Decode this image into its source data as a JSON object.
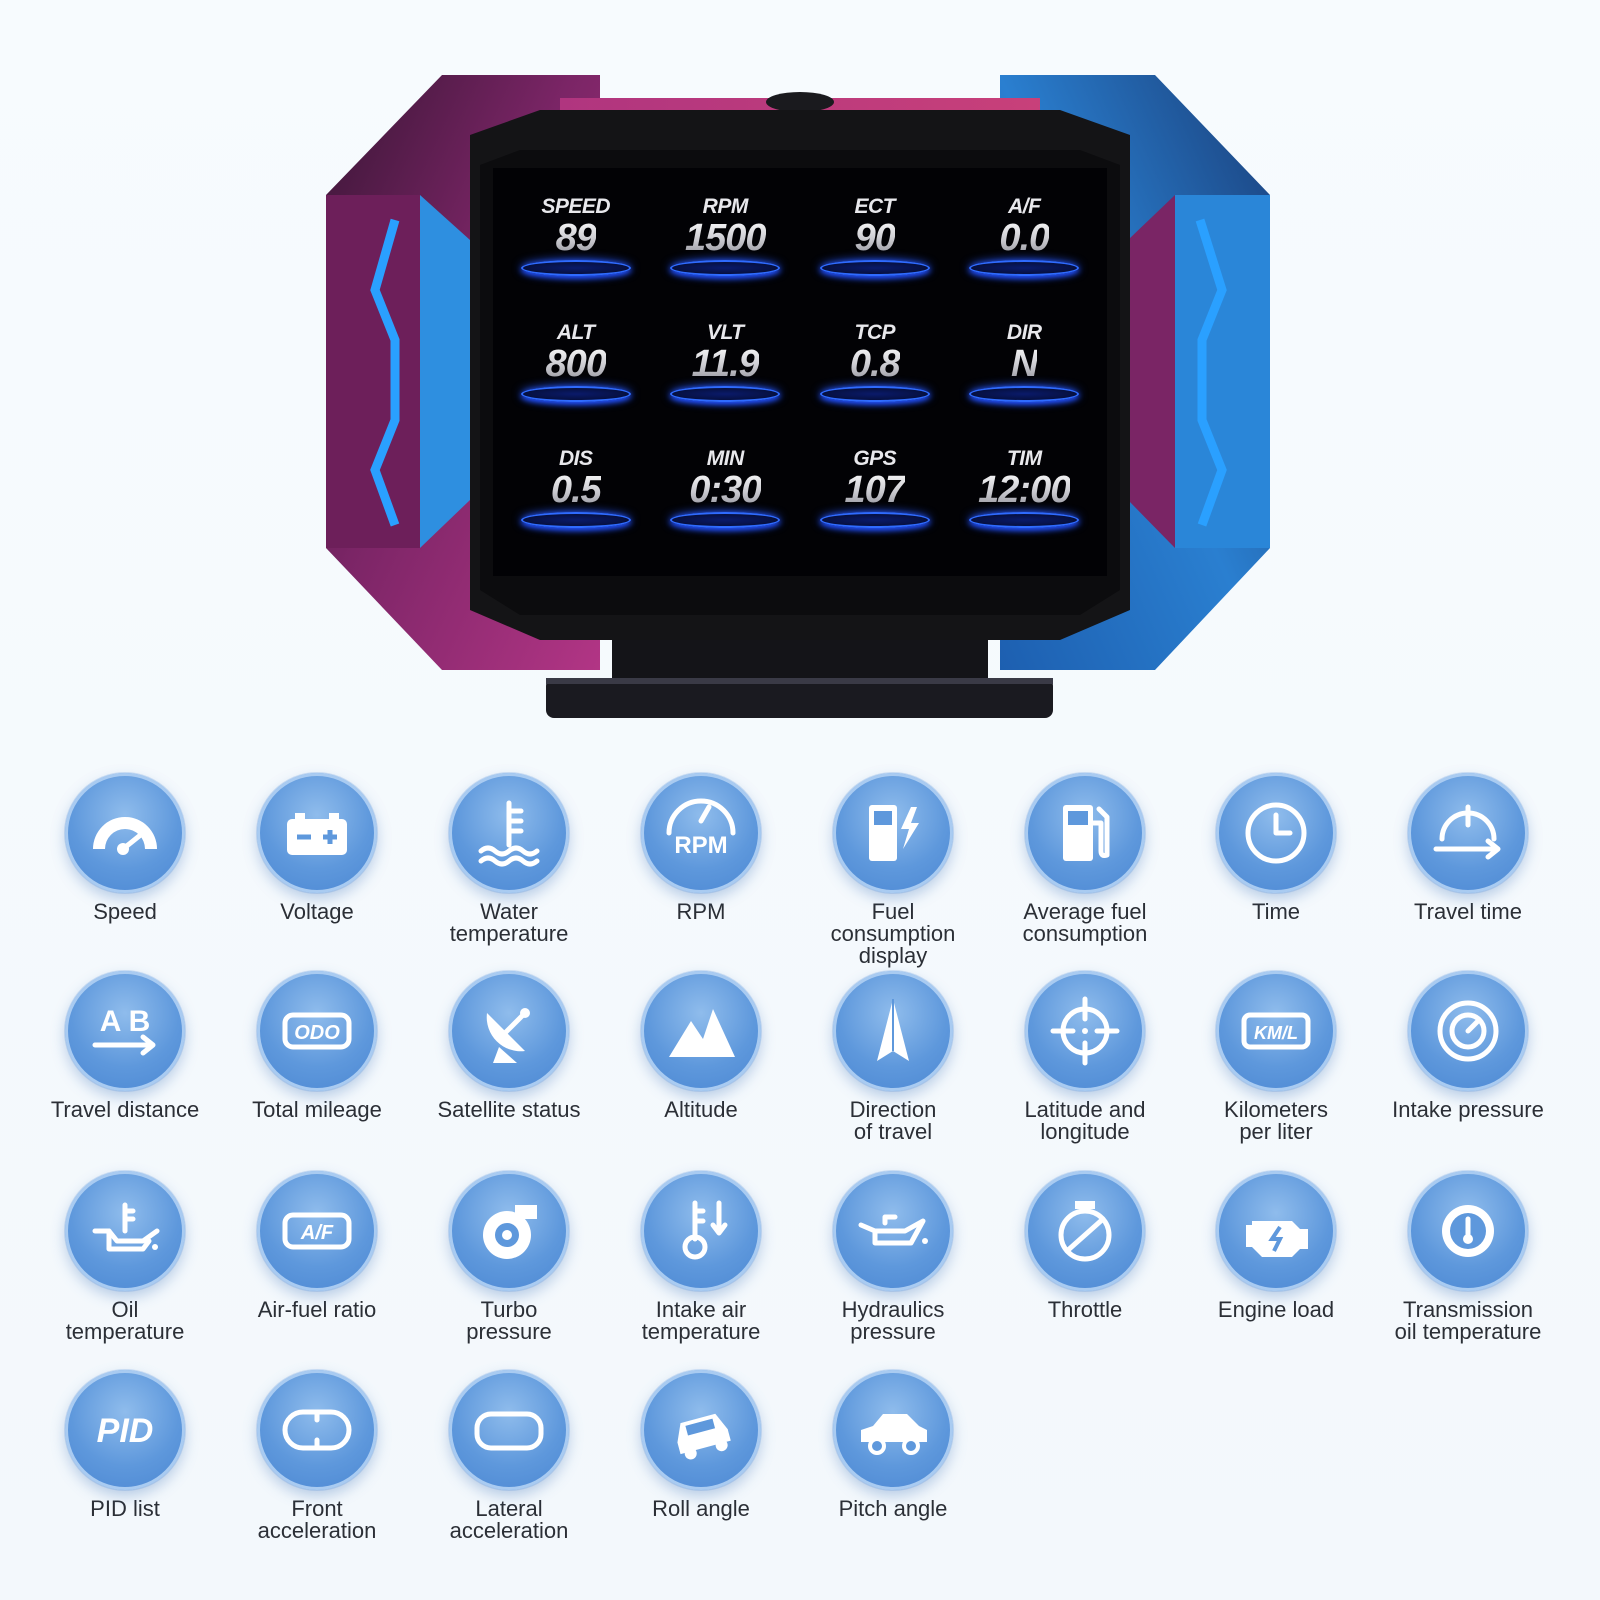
{
  "screen": {
    "cells": [
      {
        "label": "SPEED",
        "value": "89"
      },
      {
        "label": "RPM",
        "value": "1500"
      },
      {
        "label": "ECT",
        "value": "90"
      },
      {
        "label": "A/F",
        "value": "0.0"
      },
      {
        "label": "ALT",
        "value": "800"
      },
      {
        "label": "VLT",
        "value": "11.9"
      },
      {
        "label": "TCP",
        "value": "0.8"
      },
      {
        "label": "DIR",
        "value": "N"
      },
      {
        "label": "DIS",
        "value": "0.5"
      },
      {
        "label": "MIN",
        "value": "0:30"
      },
      {
        "label": "GPS",
        "value": "107"
      },
      {
        "label": "TIM",
        "value": "12:00"
      }
    ]
  },
  "colors": {
    "accent": "#5e98dc",
    "left_body": "#8a2a6e",
    "right_body": "#2a7fd0",
    "screen_glow": "#2f6bff"
  },
  "features": [
    {
      "label": "Speed",
      "icon": "speedometer-icon"
    },
    {
      "label": "Voltage",
      "icon": "battery-icon"
    },
    {
      "label": "Water\ntemperature",
      "icon": "coolant-temp-icon"
    },
    {
      "label": "RPM",
      "icon": "rpm-icon"
    },
    {
      "label": "Fuel\nconsumption\ndisplay",
      "icon": "fuel-pump-bolt-icon"
    },
    {
      "label": "Average fuel\nconsumption",
      "icon": "fuel-pump-icon"
    },
    {
      "label": "Time",
      "icon": "clock-icon"
    },
    {
      "label": "Travel time",
      "icon": "timer-arrow-icon"
    },
    {
      "label": "Travel distance",
      "icon": "ab-arrow-icon"
    },
    {
      "label": "Total mileage",
      "icon": "odometer-icon"
    },
    {
      "label": "Satellite status",
      "icon": "satellite-icon"
    },
    {
      "label": "Altitude",
      "icon": "mountain-icon"
    },
    {
      "label": "Direction\nof travel",
      "icon": "compass-arrow-icon"
    },
    {
      "label": "Latitude and\nlongitude",
      "icon": "crosshair-icon"
    },
    {
      "label": "Kilometers\nper liter",
      "icon": "kml-icon"
    },
    {
      "label": "Intake pressure",
      "icon": "pressure-gauge-icon"
    },
    {
      "label": "Oil\ntemperature",
      "icon": "oil-temp-icon"
    },
    {
      "label": "Air-fuel ratio",
      "icon": "af-icon"
    },
    {
      "label": "Turbo\npressure",
      "icon": "turbo-icon"
    },
    {
      "label": "Intake air\ntemperature",
      "icon": "intake-temp-icon"
    },
    {
      "label": "Hydraulics\npressure",
      "icon": "oil-can-icon"
    },
    {
      "label": "Throttle",
      "icon": "throttle-icon"
    },
    {
      "label": "Engine load",
      "icon": "engine-icon"
    },
    {
      "label": "Transmission\noil temperature",
      "icon": "gear-thermometer-icon"
    },
    {
      "label": "PID list",
      "icon": "pid-icon"
    },
    {
      "label": "Front\nacceleration",
      "icon": "front-accel-icon"
    },
    {
      "label": "Lateral\nacceleration",
      "icon": "lateral-accel-icon"
    },
    {
      "label": "Roll angle",
      "icon": "car-roll-icon"
    },
    {
      "label": "Pitch angle",
      "icon": "car-pitch-icon"
    }
  ]
}
